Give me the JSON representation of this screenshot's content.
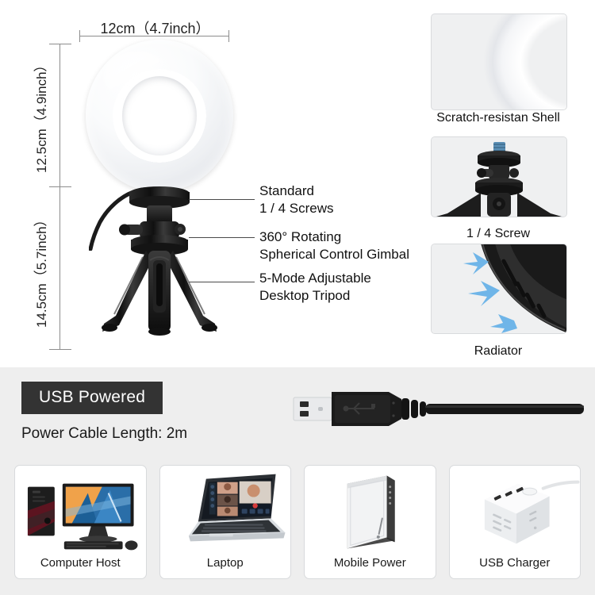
{
  "dimensions": {
    "width_label": "12cm（4.7inch）",
    "ring_height_label": "12.5cm（4.9inch）",
    "tripod_height_label": "14.5cm（5.7inch）"
  },
  "callouts": [
    {
      "id": "standard-screws",
      "text": "Standard\n1 / 4 Screws"
    },
    {
      "id": "rotating-gimbal",
      "text": "360° Rotating\nSpherical Control Gimbal"
    },
    {
      "id": "desktop-tripod",
      "text": "5-Mode Adjustable\nDesktop Tripod"
    }
  ],
  "feature_panels": [
    {
      "id": "scratch-resistant-shell",
      "caption": "Scratch-resistan Shell"
    },
    {
      "id": "quarter-screw",
      "caption": "1 / 4 Screw"
    },
    {
      "id": "radiator",
      "caption": "Radiator"
    }
  ],
  "power": {
    "badge_label": "USB Powered",
    "cable_length_label": "Power Cable Length: 2m"
  },
  "devices": [
    {
      "id": "computer-host",
      "label": "Computer Host"
    },
    {
      "id": "laptop",
      "label": "Laptop"
    },
    {
      "id": "mobile-power",
      "label": "Mobile Power"
    },
    {
      "id": "usb-charger",
      "label": "USB Charger"
    }
  ],
  "colors": {
    "badge_bg": "#333333",
    "badge_text": "#ffffff",
    "section_bg": "#eeeeee",
    "panel_bg": "#eff0f1",
    "panel_border": "#d9dbdd",
    "dimension_line": "#8d8d8d",
    "leader_line": "#4a4a4a",
    "radiator_arrow": "#6fb5e8",
    "screw_blue": "#5b8fb5",
    "body_black": "#1c1c1c"
  }
}
